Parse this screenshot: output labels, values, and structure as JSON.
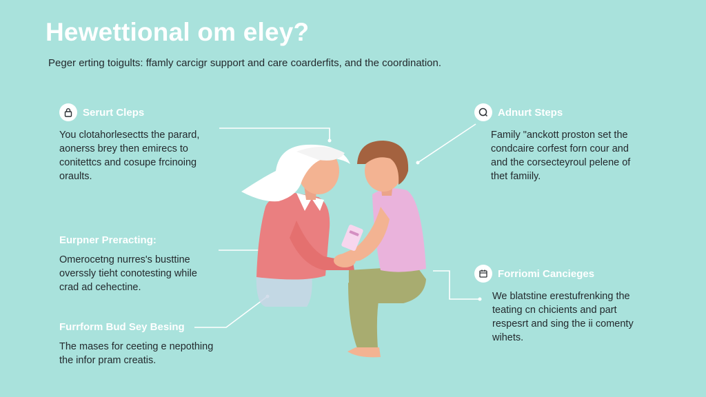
{
  "header": {
    "title": "Hewettional om eley?",
    "subtitle": "Peger erting toigults: ffamly carcigr support and care coarderfits, and the coordination."
  },
  "sections": {
    "top_left": {
      "heading": "Serurt Cleps",
      "icon": "lock-icon",
      "body": "You clotahorlesectts the parard,\naonerss brey then emirecs to\nconitettcs and cosupe frcinoing\noraults."
    },
    "top_right": {
      "heading": "Adnurt Steps",
      "icon": "search-icon",
      "body": "Family \"anckott proston set the\ncondcaire corfest forn cour and\nand the corsecteyroul pelene of\nthet famiily."
    },
    "mid_left": {
      "heading": "Eurpner Preracting:",
      "body": "Omerocetng nurres's busttine\noverssly tieht conotesting while\ncrad ad cehectine."
    },
    "mid_right": {
      "heading": "Forriomi Cancieges",
      "icon": "calendar-icon",
      "body": "We blatstine erestufrenking the\nteating cn chicients and part\nrespesrt and sing the ii comenty\nwihets."
    },
    "bottom_left": {
      "heading": "Furrform Bud Sey Besing",
      "body": "The mases for ceeting e nepothing\nthe infor pram creatis."
    }
  },
  "colors": {
    "background": "#a9e2dc",
    "title": "#ffffff",
    "elder_shirt": "#ea7f80",
    "caregiver_top": "#eab3dc",
    "caregiver_pants": "#a8ac70",
    "hair_elder": "#ffffff",
    "hair_caregiver": "#a4623f",
    "skin": "#f3b392"
  }
}
